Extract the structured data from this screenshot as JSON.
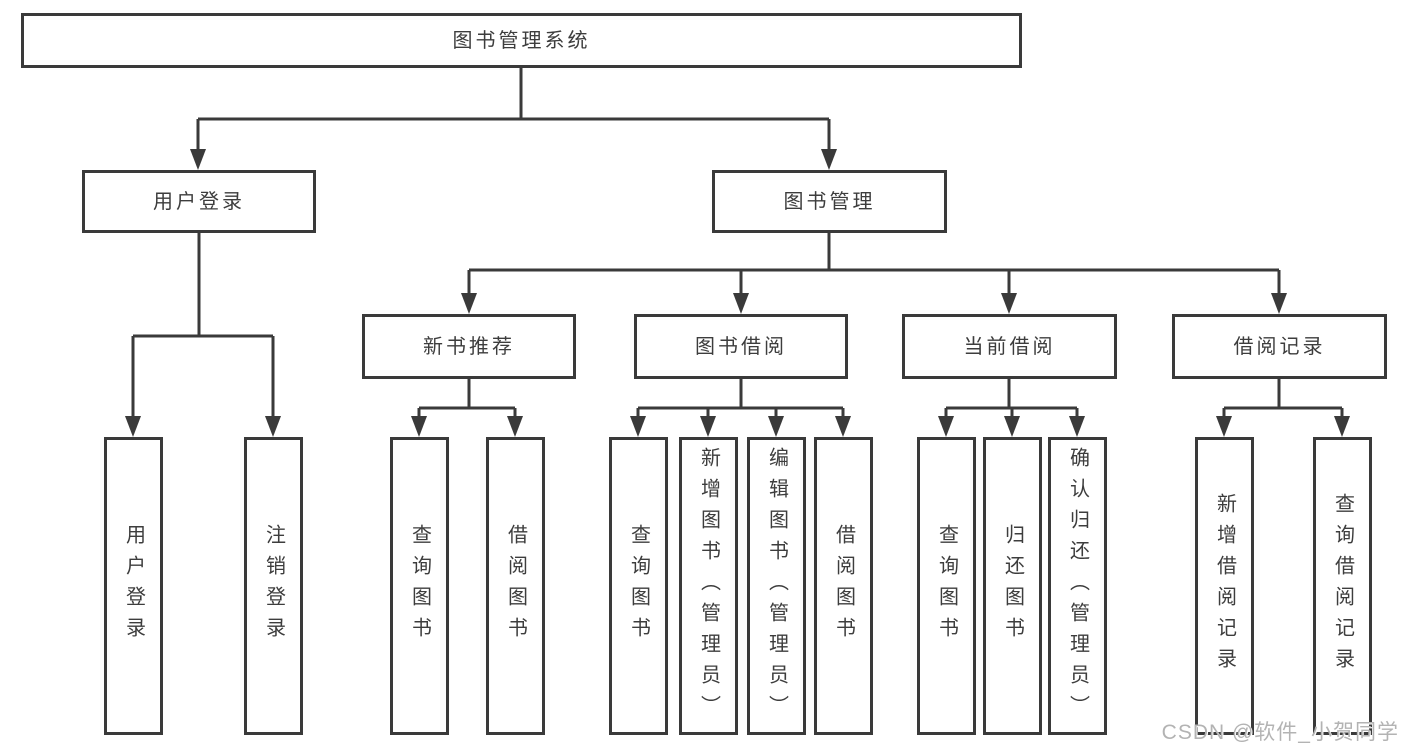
{
  "tree": {
    "root": "图书管理系统",
    "branches": [
      {
        "label": "用户登录",
        "children": [
          "用户登录",
          "注销登录"
        ]
      },
      {
        "label": "图书管理",
        "children": [
          {
            "label": "新书推荐",
            "children": [
              "查询图书",
              "借阅图书"
            ]
          },
          {
            "label": "图书借阅",
            "children": [
              "查询图书",
              "新增图书（管理员）",
              "编辑图书（管理员）",
              "借阅图书"
            ]
          },
          {
            "label": "当前借阅",
            "children": [
              "查询图书",
              "归还图书",
              "确认归还（管理员）"
            ]
          },
          {
            "label": "借阅记录",
            "children": [
              "新增借阅记录",
              "查询借阅记录"
            ]
          }
        ]
      }
    ]
  },
  "watermark": {
    "text": "CSDN @软件_小贺同学"
  },
  "colors": {
    "line": "#3a3a3a",
    "text": "#3d3d3d",
    "watermark": "#b3b3b3",
    "background": "#ffffff"
  }
}
